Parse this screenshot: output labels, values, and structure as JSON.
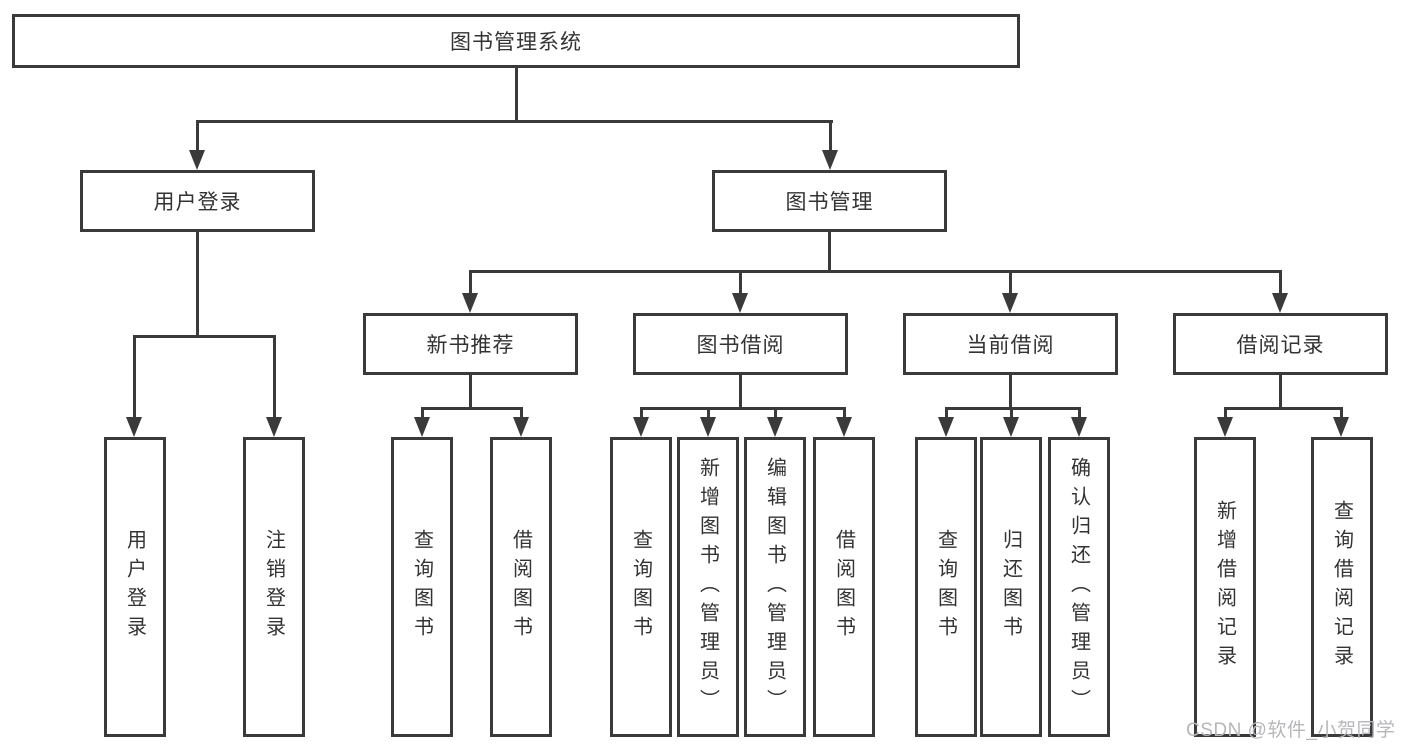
{
  "diagram": {
    "root": "图书管理系统",
    "level2": {
      "user_login": "用户登录",
      "book_management": "图书管理"
    },
    "level3": {
      "new_book": "新书推荐",
      "book_borrow": "图书借阅",
      "current_borrow": "当前借阅",
      "borrow_records": "借阅记录"
    },
    "leaves": {
      "user_login": [
        "用户登录",
        "注销登录"
      ],
      "new_book": [
        "查询图书",
        "借阅图书"
      ],
      "book_borrow": [
        "查询图书",
        "新增图书（管理员）",
        "编辑图书（管理员）",
        "借阅图书"
      ],
      "current_borrow": [
        "查询图书",
        "归还图书",
        "确认归还（管理员）"
      ],
      "borrow_records": [
        "新增借阅记录",
        "查询借阅记录"
      ]
    }
  },
  "watermark": "CSDN @软件_小贺同学",
  "colors": {
    "line": "#3a3a3a",
    "text": "#333333",
    "watermark-color": "#b7b7bb",
    "background": "#ffffff"
  }
}
